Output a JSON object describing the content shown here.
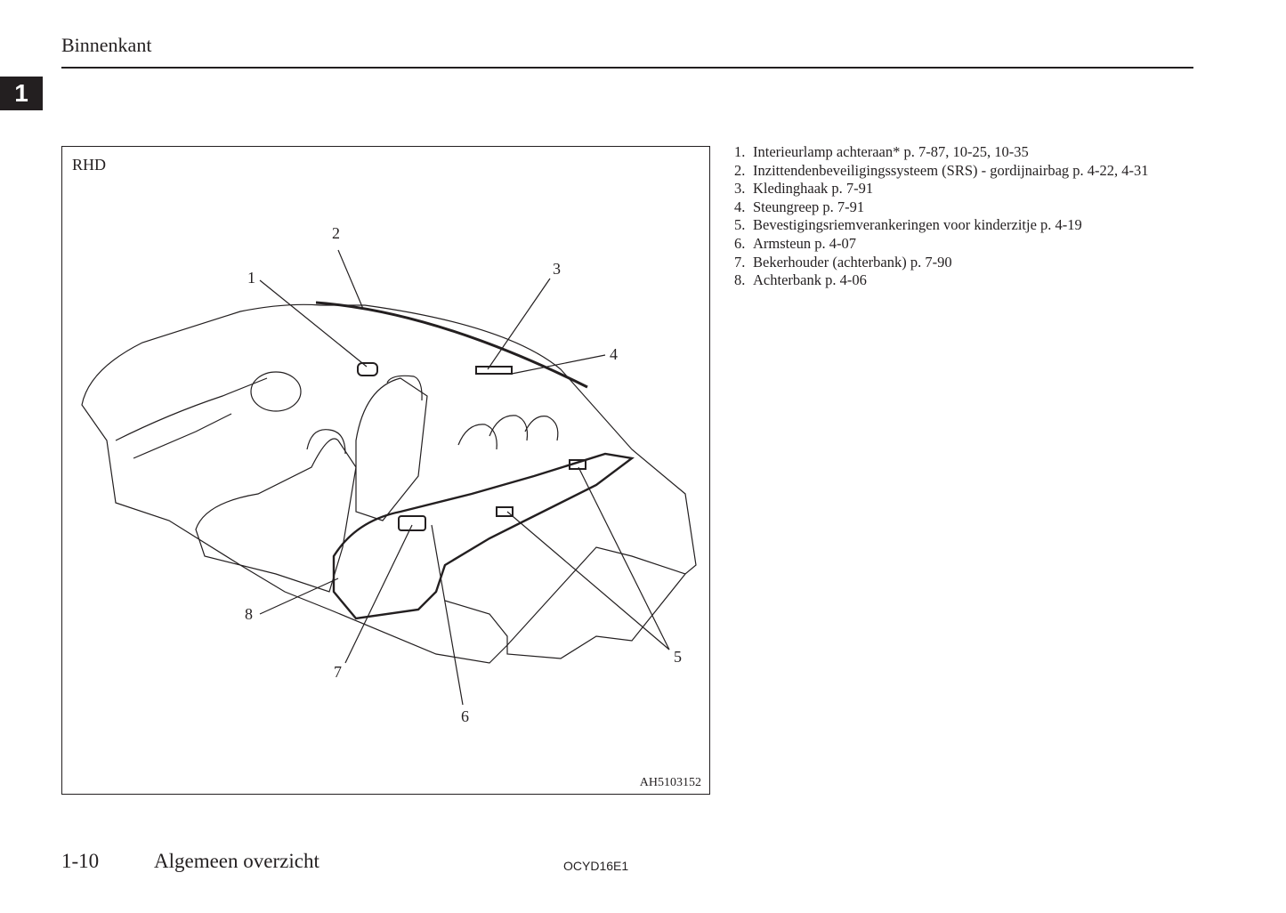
{
  "header": {
    "title": "Binnenkant",
    "chapter": "1"
  },
  "figure": {
    "label": "RHD",
    "code": "AH5103152",
    "callouts": [
      "1",
      "2",
      "3",
      "4",
      "5",
      "6",
      "7",
      "8"
    ]
  },
  "legend": [
    {
      "num": "1.",
      "text": "Interieurlamp achteraan* p. 7-87, 10-25, 10-35"
    },
    {
      "num": "2.",
      "text": "Inzittendenbeveiligingssysteem (SRS) - gordijnairbag p. 4-22, 4-31"
    },
    {
      "num": "3.",
      "text": "Kledinghaak p. 7-91"
    },
    {
      "num": "4.",
      "text": "Steungreep p. 7-91"
    },
    {
      "num": "5.",
      "text": "Bevestigingsriemverankeringen voor kinderzitje p. 4-19"
    },
    {
      "num": "6.",
      "text": "Armsteun p. 4-07"
    },
    {
      "num": "7.",
      "text": "Bekerhouder (achterbank) p. 7-90"
    },
    {
      "num": "8.",
      "text": "Achterbank p. 4-06"
    }
  ],
  "footer": {
    "page": "1-10",
    "section": "Algemeen overzicht",
    "code": "OCYD16E1"
  }
}
